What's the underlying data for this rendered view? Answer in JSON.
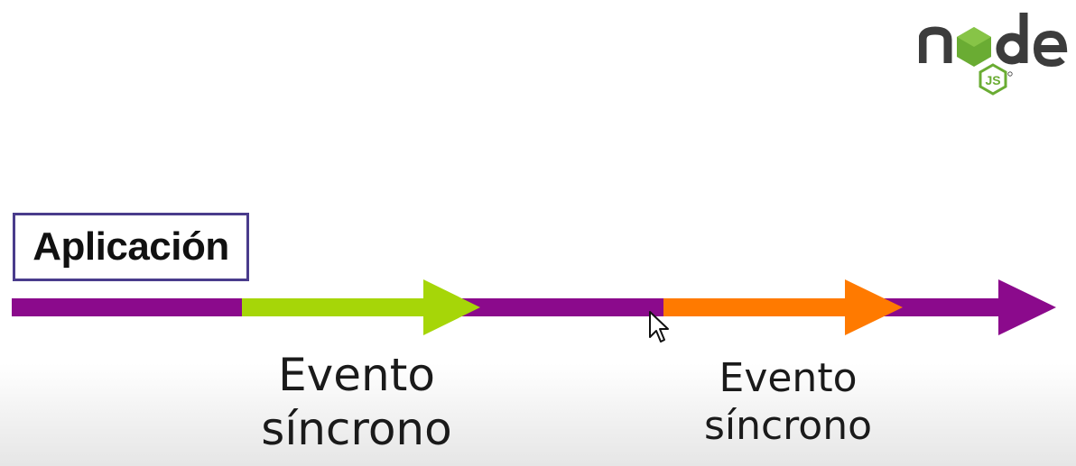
{
  "logo": {
    "icon": "nodejs-logo",
    "word": "node",
    "badge": "JS"
  },
  "application": {
    "label": "Aplicación"
  },
  "timeline": {
    "colors": {
      "main": "#8b0a8c",
      "event_1": "#a6d608",
      "event_2": "#ff7a00"
    }
  },
  "events": [
    {
      "line1": "Evento",
      "line2": "síncrono",
      "color": "#a6d608"
    },
    {
      "line1": "Evento",
      "line2": "síncrono",
      "color": "#ff7a00"
    }
  ],
  "cursor": {
    "icon": "mouse-pointer-icon"
  }
}
